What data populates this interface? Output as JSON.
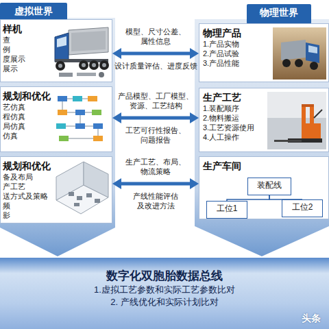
{
  "diagram": {
    "nodes": [
      {
        "text": [
          "虚拟世界"
        ]
      },
      {
        "text": [
          "物理世界"
        ]
      },
      {
        "text": [
          "样机",
          "查",
          "例",
          "度展示",
          "展示"
        ]
      },
      {
        "text": [
          "物理产品",
          "1.产品实物",
          "2.产品试验",
          "3.产品性能"
        ]
      },
      {
        "text": [
          "规划和优化",
          "艺仿真",
          "程仿真",
          "局仿真",
          "仿真"
        ]
      },
      {
        "text": [
          "生产工艺",
          "1.装配顺序",
          "2.物料搬运",
          "3.工艺资源使用",
          "4.人工操作"
        ]
      },
      {
        "text": [
          "规划和优化",
          "备及布局",
          "产工艺",
          "送方式及策略",
          "频",
          "影"
        ]
      },
      {
        "text": [
          "生产车间"
        ]
      },
      {
        "text": [
          "装配线"
        ],
        "in": 7
      },
      {
        "text": [
          "工位1"
        ],
        "in": 7
      },
      {
        "text": [
          "工位2"
        ],
        "in": 7
      },
      {
        "text": [
          "数字化双胞胎数据总线",
          "1.虚拟工艺参数和实际工艺参数比对",
          "2. 产线优化和实际计划比对"
        ]
      }
    ],
    "edges": [
      {
        "from": 2,
        "to": 3,
        "label": "模型、尺寸公差、属性信息",
        "arrow": "both"
      },
      {
        "from": 4,
        "to": 5,
        "label": "产品模型、工厂模型、资源、工艺结构",
        "arrow": "both"
      },
      {
        "from": 6,
        "to": 7,
        "label": "生产工艺、布局、物流策略",
        "arrow": "both"
      },
      {
        "from": 8,
        "to": 9,
        "arrow": "none"
      },
      {
        "from": 8,
        "to": 10,
        "arrow": "none"
      }
    ],
    "labels": [
      "设计质量评估、进度反馈",
      "工艺可行性报告、问题报告",
      "产线性能评估及改进方法",
      "头条"
    ]
  }
}
